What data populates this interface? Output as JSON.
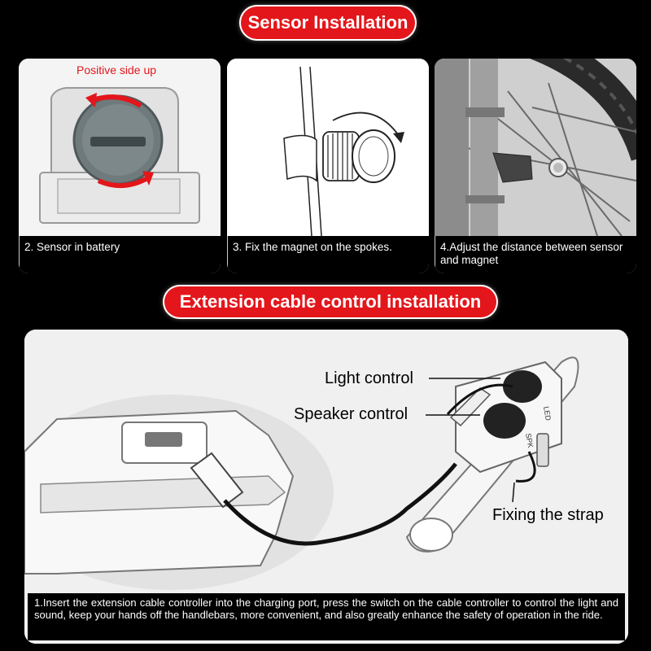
{
  "sections": {
    "sensor_title": "Sensor Installation",
    "cable_title": "Extension cable control installation"
  },
  "steps": [
    {
      "header": "Positive side up",
      "caption": "2. Sensor in battery"
    },
    {
      "caption": "3. Fix the magnet on the spokes."
    },
    {
      "caption": "4.Adjust the distance between sensor and magnet"
    }
  ],
  "cable": {
    "light_label": "Light control",
    "speaker_label": "Speaker control",
    "strap_label": "Fixing the strap",
    "led_text": "LED",
    "spk_text": "SPK",
    "note": "1.Insert the extension cable controller into the charging port, press the switch on the cable controller to control the light and sound, keep your hands off the handlebars, more convenient, and also greatly enhance the safety of operation in the ride."
  },
  "colors": {
    "accent": "#e3161b",
    "background": "#000000",
    "panel": "#ffffff"
  }
}
